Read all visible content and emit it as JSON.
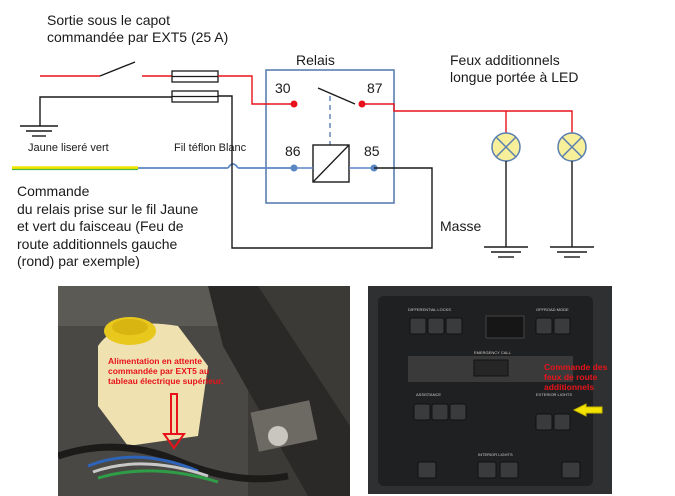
{
  "diagram": {
    "switch_label": "Sortie sous le capot\ncommandée par EXT5 (25 A)",
    "relay_label": "Relais",
    "terminals": {
      "t30": "30",
      "t87": "87",
      "t86": "86",
      "t85": "85"
    },
    "lamps_label": "Feux additionnels\nlongue portée à LED",
    "wire_yellow_green_label": "Jaune liseré vert",
    "wire_teflon_label": "Fil téflon Blanc",
    "command_text": "Commande\ndu relais prise sur le fil Jaune\net vert du faisceau (Feu de\nroute  additionnels gauche\n(rond) par exemple)",
    "ground_label": "Masse"
  },
  "photo_left": {
    "annotation": "Alimentation en attente\ncommandée par EXT5 au\ntableau électrique supérieur."
  },
  "photo_right": {
    "panel_labels": {
      "differential_locks": "DIFFERENTIAL LOCKS",
      "offroad_mode": "OFFROAD MODE",
      "emergency_call": "EMERGENCY CALL",
      "assistance": "ASSISTANCE",
      "exterior_lights": "EXTERIOR LIGHTS",
      "interior_lights": "INTERIOR LIGHTS"
    },
    "annotation": "Commande des\nfeux de route\nadditionnels"
  },
  "colors": {
    "wire_red": "#e8131a",
    "wire_blue": "#5b86c4",
    "wire_black": "#1a1a1a",
    "relay_box": "#5a7fb0",
    "lamp_fill": "#f7ef9a",
    "wire_yellow": "#f2e300",
    "wire_green": "#4cb848"
  }
}
